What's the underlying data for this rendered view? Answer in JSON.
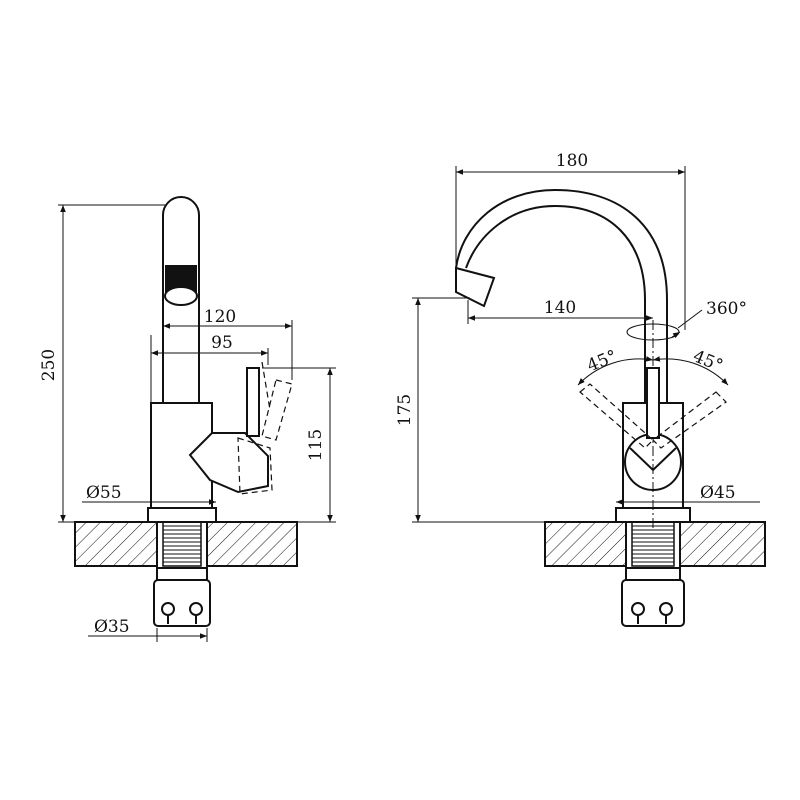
{
  "side_view": {
    "height_total": "250",
    "spout_reach": "120",
    "handle_reach": "95",
    "handle_height": "115",
    "body_diameter": "Ø55",
    "shank_diameter": "Ø35"
  },
  "front_view": {
    "width_total": "180",
    "spout_reach": "140",
    "spout_height": "175",
    "rotation": "360°",
    "handle_angle_left": "45°",
    "handle_angle_right": "45°",
    "body_diameter": "Ø45"
  }
}
